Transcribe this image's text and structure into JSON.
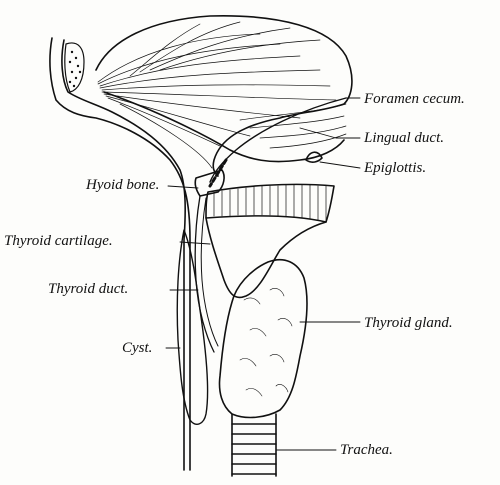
{
  "figure": {
    "labels": {
      "foramen_cecum": "Foramen cecum.",
      "lingual_duct": "Lingual duct.",
      "epiglottis": "Epiglottis.",
      "hyoid_bone": "Hyoid bone.",
      "thyroid_cartilage": "Thyroid cartilage.",
      "thyroid_duct": "Thyroid duct.",
      "thyroid_gland": "Thyroid gland.",
      "cyst": "Cyst.",
      "trachea": "Trachea."
    }
  }
}
